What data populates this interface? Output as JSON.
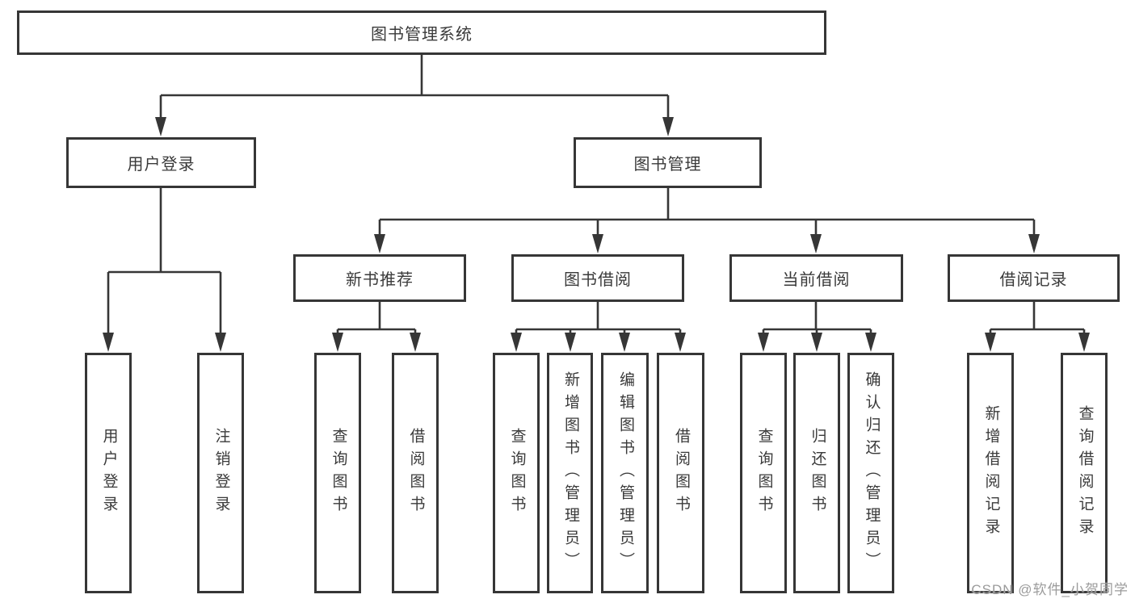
{
  "colors": {
    "line": "#363636",
    "box_border": "#363636",
    "box_fill": "#ffffff",
    "text": "#3a3a3a",
    "watermark": "#9b9b9b"
  },
  "watermark": {
    "text": "CSDN @软件_小贺同学"
  },
  "tree": {
    "root": {
      "label": "图书管理系统"
    },
    "children": [
      {
        "label": "用户登录",
        "leaves": [
          {
            "label": "用户登录"
          },
          {
            "label": "注销登录"
          }
        ]
      },
      {
        "label": "图书管理",
        "children": [
          {
            "label": "新书推荐",
            "leaves": [
              {
                "label": "查询图书"
              },
              {
                "label": "借阅图书"
              }
            ]
          },
          {
            "label": "图书借阅",
            "leaves": [
              {
                "label": "查询图书"
              },
              {
                "label": "新增图书（管理员）"
              },
              {
                "label": "编辑图书（管理员）"
              },
              {
                "label": "借阅图书"
              }
            ]
          },
          {
            "label": "当前借阅",
            "leaves": [
              {
                "label": "查询图书"
              },
              {
                "label": "归还图书"
              },
              {
                "label": "确认归还（管理员）"
              }
            ]
          },
          {
            "label": "借阅记录",
            "leaves": [
              {
                "label": "新增借阅记录"
              },
              {
                "label": "查询借阅记录"
              }
            ]
          }
        ]
      }
    ]
  }
}
